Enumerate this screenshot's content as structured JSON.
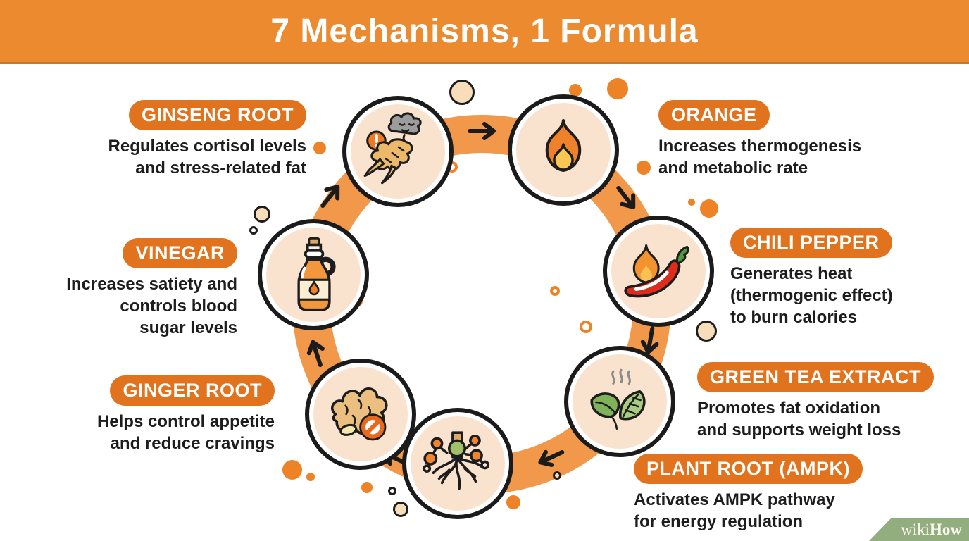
{
  "header": {
    "title": "7 Mechanisms, 1 Formula"
  },
  "diagram": {
    "items": [
      {
        "name": "GINSENG ROOT",
        "description": "Regulates cortisol levels\nand stress-related fat",
        "icon": "ginseng-root-icon"
      },
      {
        "name": "ORANGE",
        "description": "Increases thermogenesis\nand metabolic rate",
        "icon": "flame-icon"
      },
      {
        "name": "CHILI PEPPER",
        "description": "Generates heat\n(thermogenic effect)\nto burn calories",
        "icon": "chili-pepper-icon"
      },
      {
        "name": "GREEN TEA EXTRACT",
        "description": "Promotes fat oxidation\nand supports weight loss",
        "icon": "tea-leaves-icon"
      },
      {
        "name": "PLANT ROOT (AMPK)",
        "description": "Activates AMPK pathway\nfor energy regulation",
        "icon": "plant-root-molecule-icon"
      },
      {
        "name": "GINGER ROOT",
        "description": "Helps control appetite\nand reduce cravings",
        "icon": "ginger-root-icon"
      },
      {
        "name": "VINEGAR",
        "description": "Increases satiety and\ncontrols blood\nsugar levels",
        "icon": "vinegar-bottle-icon"
      }
    ]
  },
  "logo": {
    "wiki": "wiki",
    "how": "How"
  },
  "colors": {
    "header_bar": "#EC8A30",
    "pill": "#E2731E",
    "ring": "#F2984A",
    "node_fill": "#FAE3CE",
    "dot_orange": "#EE8227",
    "text": "#1d1d1d",
    "logo_green": "#92AD7E"
  }
}
